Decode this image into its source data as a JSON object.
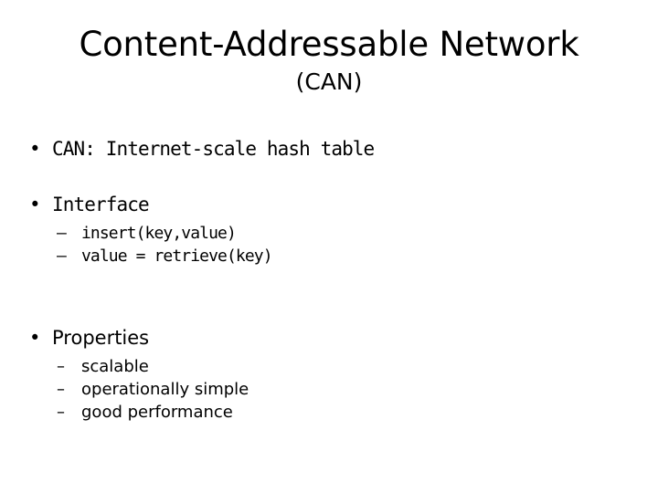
{
  "slide": {
    "background_color": "#ffffff",
    "text_color": "#000000",
    "title": {
      "main": "Content-Addressable Network",
      "subtitle": "(CAN)"
    },
    "markers": {
      "level1": "•",
      "level2": "–"
    },
    "content": [
      {
        "level": 1,
        "text": "CAN: Internet-scale hash table"
      },
      {
        "level": 1,
        "text": "Interface"
      },
      {
        "level": 2,
        "text": "insert(key,value)"
      },
      {
        "level": 2,
        "text": "value = retrieve(key)"
      },
      {
        "level": 1,
        "text": "Properties"
      },
      {
        "level": 2,
        "text": "scalable"
      },
      {
        "level": 2,
        "text": "operationally simple"
      },
      {
        "level": 2,
        "text": "good performance"
      }
    ]
  }
}
